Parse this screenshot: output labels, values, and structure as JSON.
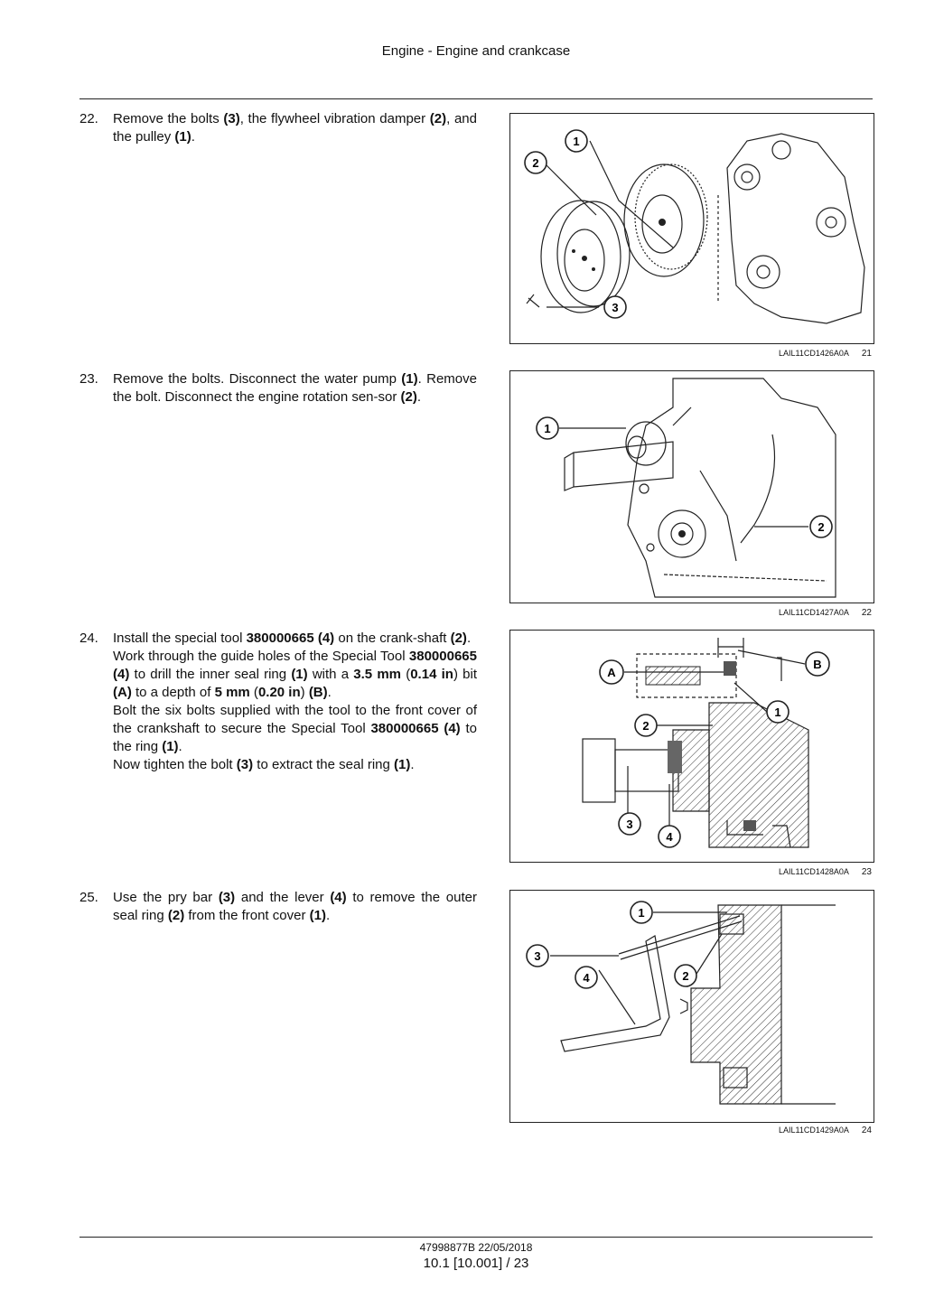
{
  "header": {
    "title": "Engine - Engine and crankcase"
  },
  "steps": [
    {
      "number": "22.",
      "paragraphs": [
        [
          {
            "t": "Remove the bolts "
          },
          {
            "t": "(3)",
            "b": true
          },
          {
            "t": ", the flywheel vibration damper "
          },
          {
            "t": "(2)",
            "b": true
          },
          {
            "t": ", and the pulley "
          },
          {
            "t": "(1)",
            "b": true
          },
          {
            "t": "."
          }
        ]
      ],
      "figure": {
        "code": "LAIL11CD1426A0A",
        "number": "21",
        "callouts": [
          "1",
          "2",
          "3"
        ]
      }
    },
    {
      "number": "23.",
      "paragraphs": [
        [
          {
            "t": "Remove the bolts.  Disconnect the water pump "
          },
          {
            "t": "(1)",
            "b": true
          },
          {
            "t": ". Remove the bolt. Disconnect the engine rotation sen-sor "
          },
          {
            "t": "(2)",
            "b": true
          },
          {
            "t": "."
          }
        ]
      ],
      "figure": {
        "code": "LAIL11CD1427A0A",
        "number": "22",
        "callouts": [
          "1",
          "2"
        ]
      }
    },
    {
      "number": "24.",
      "paragraphs": [
        [
          {
            "t": "Install the special tool "
          },
          {
            "t": "380000665 (4)",
            "b": true
          },
          {
            "t": " on the crank-shaft "
          },
          {
            "t": "(2)",
            "b": true
          },
          {
            "t": "."
          }
        ],
        [
          {
            "t": "Work through the guide holes of the Special Tool "
          },
          {
            "t": "380000665 (4)",
            "b": true
          },
          {
            "t": " to drill the inner seal ring "
          },
          {
            "t": "(1)",
            "b": true
          },
          {
            "t": " with a "
          },
          {
            "t": "3.5 mm",
            "b": true
          },
          {
            "t": " ("
          },
          {
            "t": "0.14 in",
            "b": true
          },
          {
            "t": ") bit "
          },
          {
            "t": "(A)",
            "b": true
          },
          {
            "t": " to a depth of "
          },
          {
            "t": "5 mm",
            "b": true
          },
          {
            "t": " ("
          },
          {
            "t": "0.20 in",
            "b": true
          },
          {
            "t": ") "
          },
          {
            "t": "(B)",
            "b": true
          },
          {
            "t": "."
          }
        ],
        [
          {
            "t": "Bolt the six bolts supplied with the tool to the front cover of the crankshaft to secure the Special Tool "
          },
          {
            "t": "380000665 (4)",
            "b": true
          },
          {
            "t": " to the ring "
          },
          {
            "t": "(1)",
            "b": true
          },
          {
            "t": "."
          }
        ],
        [
          {
            "t": "Now tighten the bolt "
          },
          {
            "t": "(3)",
            "b": true
          },
          {
            "t": " to extract the seal ring "
          },
          {
            "t": "(1)",
            "b": true
          },
          {
            "t": "."
          }
        ]
      ],
      "figure": {
        "code": "LAIL11CD1428A0A",
        "number": "23",
        "callouts": [
          "A",
          "B",
          "1",
          "2",
          "3",
          "4"
        ]
      }
    },
    {
      "number": "25.",
      "paragraphs": [
        [
          {
            "t": "Use the pry bar "
          },
          {
            "t": "(3)",
            "b": true
          },
          {
            "t": " and the lever "
          },
          {
            "t": "(4)",
            "b": true
          },
          {
            "t": " to remove the outer seal ring "
          },
          {
            "t": "(2)",
            "b": true
          },
          {
            "t": " from the front cover "
          },
          {
            "t": "(1)",
            "b": true
          },
          {
            "t": "."
          }
        ]
      ],
      "figure": {
        "code": "LAIL11CD1429A0A",
        "number": "24",
        "callouts": [
          "1",
          "3",
          "4",
          "2"
        ]
      }
    }
  ],
  "footer": {
    "doc": "47998877B 22/05/2018",
    "page": "10.1 [10.001] / 23"
  }
}
